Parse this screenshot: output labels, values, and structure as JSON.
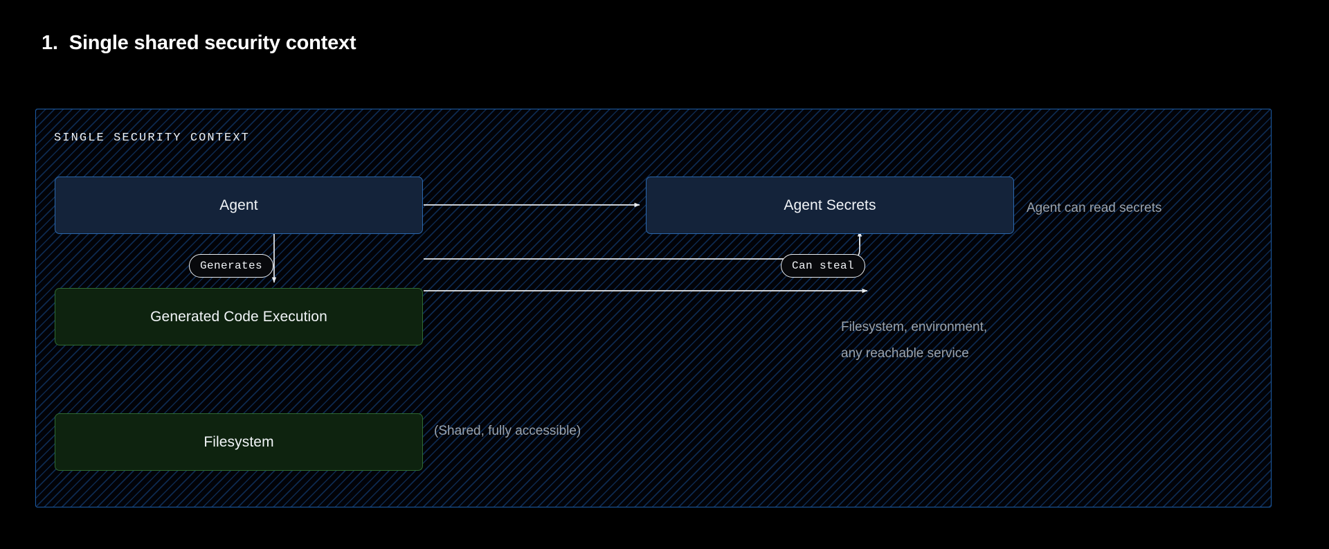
{
  "heading": {
    "number": "1.",
    "title": "Single shared security context"
  },
  "panel": {
    "label": "SINGLE SECURITY CONTEXT",
    "border_color": "#1d5da8",
    "background_color": "#020308",
    "hatch_color": "#164a8c"
  },
  "nodes": [
    {
      "id": "agent",
      "label": "Agent",
      "style": "blue",
      "fill": "#14233a",
      "border": "#2a67ad"
    },
    {
      "id": "agent-secrets",
      "label": "Agent Secrets",
      "style": "blue",
      "fill": "#14233a",
      "border": "#2a67ad"
    },
    {
      "id": "code-exec",
      "label": "Generated Code Execution",
      "style": "green",
      "fill": "#0e230f",
      "border": "#2f6b33"
    },
    {
      "id": "filesystem",
      "label": "Filesystem",
      "style": "green",
      "fill": "#0e230f",
      "border": "#2f6b33"
    }
  ],
  "edges": [
    {
      "id": "agent-to-secrets",
      "label": "",
      "from": "agent",
      "to": "agent-secrets"
    },
    {
      "id": "agent-to-code",
      "label": "Generates",
      "from": "agent",
      "to": "code-exec"
    },
    {
      "id": "code-to-secrets",
      "label": "Can steal",
      "from": "code-exec",
      "to": "agent-secrets"
    },
    {
      "id": "code-to-environment",
      "label": "",
      "from": "code-exec",
      "to": "environment"
    }
  ],
  "annotations": {
    "agent_read": "Agent can read secrets",
    "reachable": "Filesystem, environment,\nany reachable service",
    "filesystem_shared": "(Shared, fully accessible)"
  },
  "colors": {
    "background": "#000000",
    "text_primary": "#f2f5f8",
    "text_muted": "#9aa3ad",
    "edge": "#e8ecf0"
  }
}
